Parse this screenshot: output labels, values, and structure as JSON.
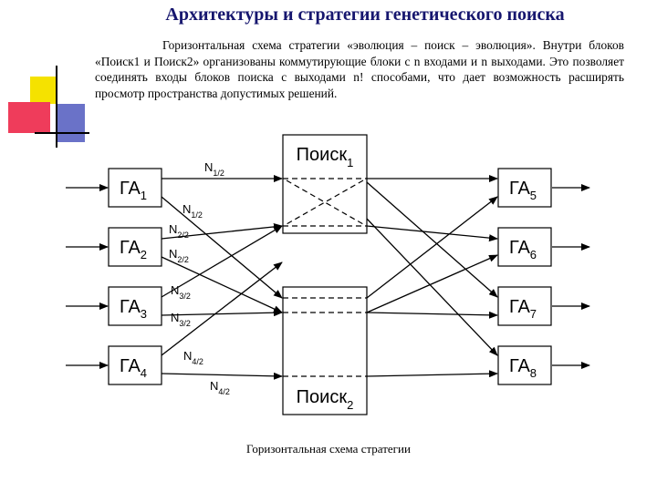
{
  "title": "Архитектуры и стратегии генетического поиска",
  "paragraph": "Горизонтальная схема стратегии «эволюция – поиск – эволюция». Внутри блоков «Поиск1 и Поиск2» организованы коммутирующие блоки с n входами и n выходами. Это позволяет соединять входы блоков поиска с выходами n! способами, что дает возможность расширять просмотр пространства допустимых решений.",
  "caption": "Горизонтальная схема стратегии",
  "diagram": {
    "search1": {
      "name": "Поиск",
      "sub": "1"
    },
    "search2": {
      "name": "Поиск",
      "sub": "2"
    },
    "ga_left": [
      {
        "name": "ГА",
        "sub": "1"
      },
      {
        "name": "ГА",
        "sub": "2"
      },
      {
        "name": "ГА",
        "sub": "3"
      },
      {
        "name": "ГА",
        "sub": "4"
      }
    ],
    "ga_right": [
      {
        "name": "ГА",
        "sub": "5"
      },
      {
        "name": "ГА",
        "sub": "6"
      },
      {
        "name": "ГА",
        "sub": "7"
      },
      {
        "name": "ГА",
        "sub": "8"
      }
    ],
    "labels": [
      {
        "name": "N",
        "sub": "1/2"
      },
      {
        "name": "N",
        "sub": "1/2"
      },
      {
        "name": "N",
        "sub": "2/2"
      },
      {
        "name": "N",
        "sub": "2/2"
      },
      {
        "name": "N",
        "sub": "3/2"
      },
      {
        "name": "N",
        "sub": "3/2"
      },
      {
        "name": "N",
        "sub": "4/2"
      },
      {
        "name": "N",
        "sub": "4/2"
      }
    ]
  }
}
